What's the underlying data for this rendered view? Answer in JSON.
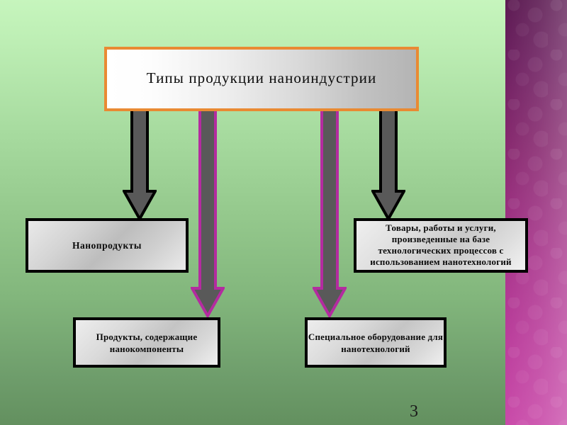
{
  "slide": {
    "page_number": "3",
    "background_top_color": "#c6f5bd",
    "background_bottom_color": "#63905f",
    "band_top_color": "#5c1a52",
    "band_bottom_color": "#c94aa9"
  },
  "title_box": {
    "text": "Типы продукции наноиндустрии",
    "border_color": "#e98a33",
    "fill_start": "#ffffff",
    "fill_end": "#b4b4b4"
  },
  "nodes": [
    {
      "id": "nanoproducts",
      "text": "Нанопродукты",
      "border_color": "#000000"
    },
    {
      "id": "goods",
      "text": "Товары, работы и услуги, произведенные на базе технологических процессов с использованием нанотехнологий",
      "border_color": "#000000"
    },
    {
      "id": "components",
      "text": "Продукты, содержащие нанокомпоненты",
      "border_color": "#000000"
    },
    {
      "id": "equipment",
      "text": "Специальное оборудование для нанотехнологий",
      "border_color": "#000000"
    }
  ],
  "arrows": [
    {
      "id": "arrow-to-nanoproducts",
      "outline_color": "#000000",
      "fill_color": "#595959",
      "target": "nanoproducts"
    },
    {
      "id": "arrow-to-components",
      "outline_color": "#b42ba0",
      "fill_color": "#595959",
      "target": "components"
    },
    {
      "id": "arrow-to-equipment",
      "outline_color": "#b42ba0",
      "fill_color": "#595959",
      "target": "equipment"
    },
    {
      "id": "arrow-to-goods",
      "outline_color": "#000000",
      "fill_color": "#595959",
      "target": "goods"
    }
  ]
}
